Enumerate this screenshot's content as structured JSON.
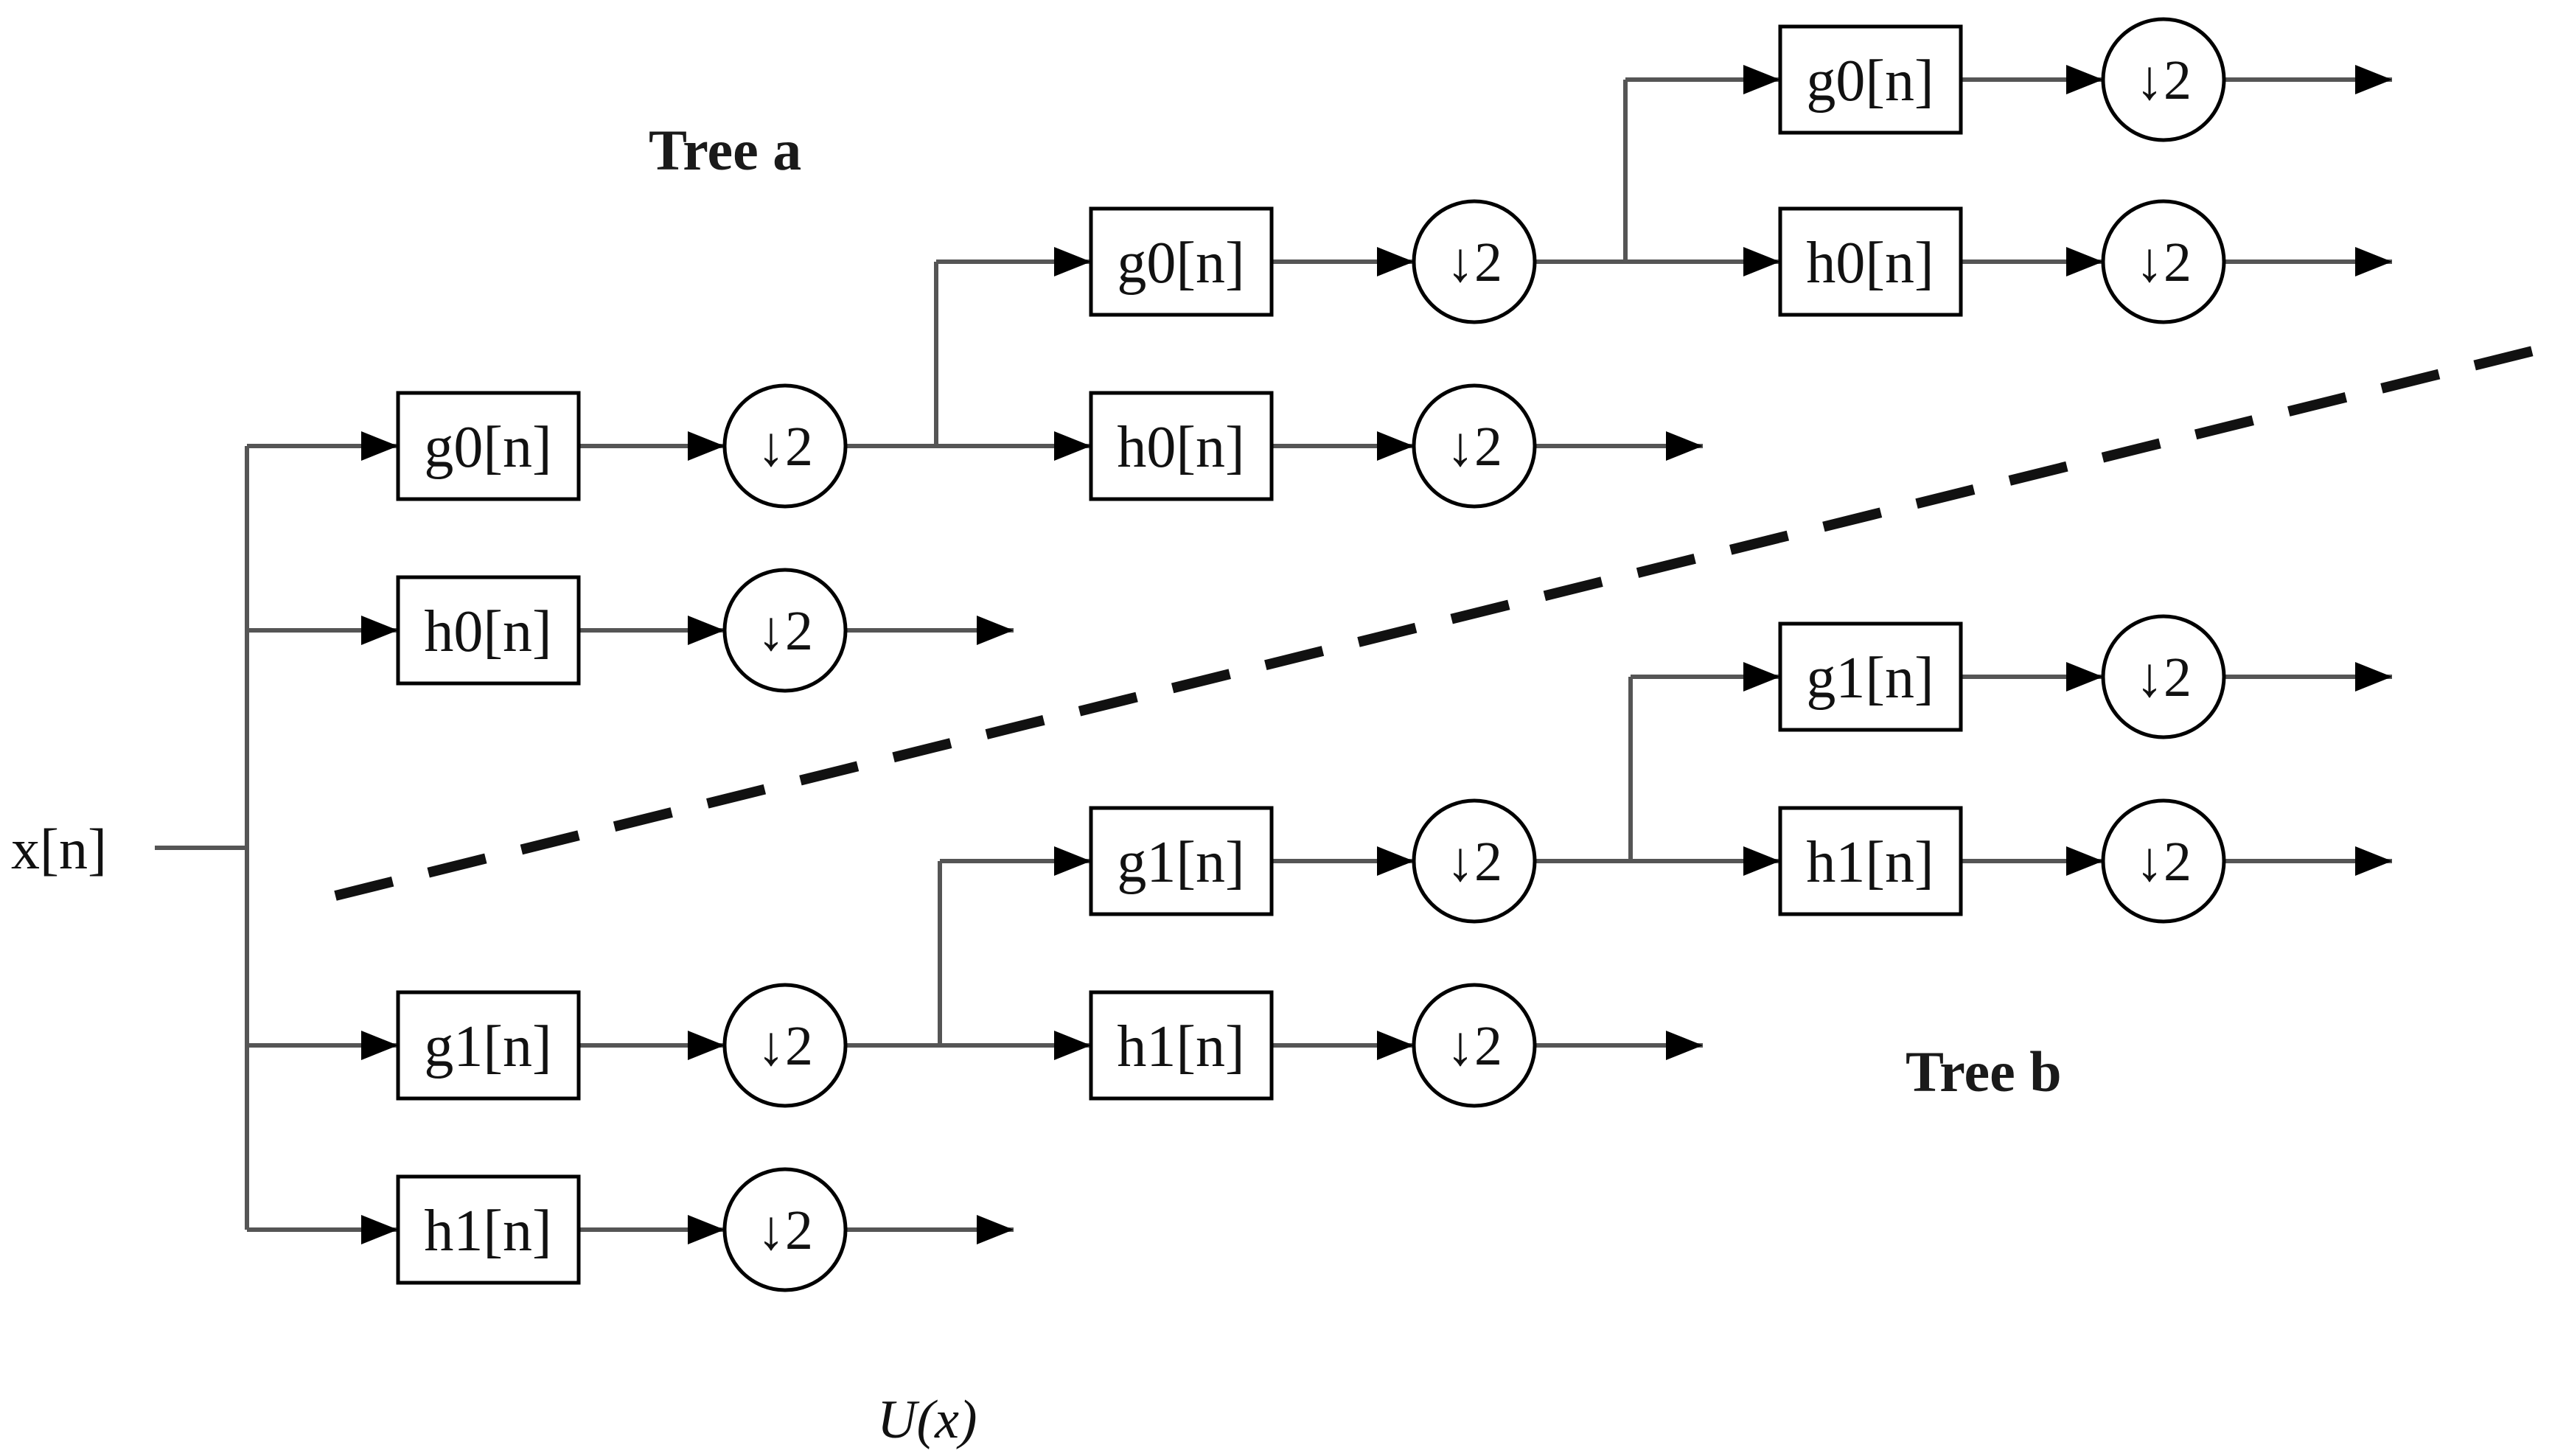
{
  "input_label": "x[n]",
  "tree_a_title": "Tree a",
  "tree_b_title": "Tree b",
  "caption": "U(x)",
  "downsample_label": "↓2",
  "filters": {
    "a_l1_g": "g0[n]",
    "a_l1_h": "h0[n]",
    "a_l2_g": "g0[n]",
    "a_l2_h": "h0[n]",
    "a_l3_g": "g0[n]",
    "a_l3_h": "h0[n]",
    "b_l1_g": "g1[n]",
    "b_l1_h": "h1[n]",
    "b_l2_g": "g1[n]",
    "b_l2_h": "h1[n]",
    "b_l3_g": "g1[n]",
    "b_l3_h": "h1[n]"
  }
}
